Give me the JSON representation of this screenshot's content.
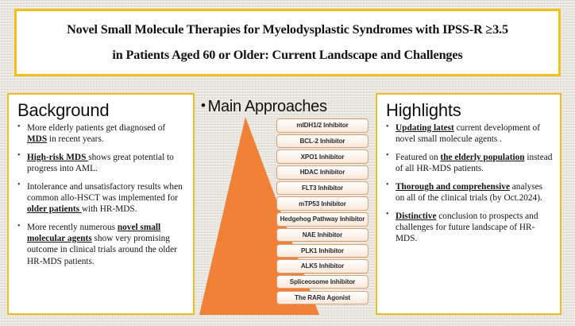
{
  "poster": {
    "title": {
      "line1": "Novel Small Molecule Therapies for Myelodysplastic Syndromes with IPSS-R ≥3.5",
      "line2": "in Patients Aged 60 or Older: Current Landscape and Challenges"
    },
    "colors": {
      "border_gold": "#f0bf1d",
      "pyramid_orange": "#f08137",
      "panel_background": "#ffffff",
      "canvas_linen": "#eeebe3",
      "drug_box_border": "#d8a276"
    }
  },
  "background_panel": {
    "heading": "Background",
    "bullets": [
      {
        "segments": [
          {
            "text": "More elderly patients get diagnosed of ",
            "emphasis": false
          },
          {
            "text": "MDS",
            "emphasis": true
          },
          {
            "text": " in recent years.",
            "emphasis": false
          }
        ]
      },
      {
        "segments": [
          {
            "text": "High-risk MDS ",
            "emphasis": true
          },
          {
            "text": "shows great potential to progress into AML.",
            "emphasis": false
          }
        ]
      },
      {
        "segments": [
          {
            "text": "Intolerance and unsatisfactory results when common allo-HSCT was implemented for ",
            "emphasis": false
          },
          {
            "text": "older patients ",
            "emphasis": true
          },
          {
            "text": "with HR-MDS.",
            "emphasis": false
          }
        ]
      },
      {
        "segments": [
          {
            "text": "More recently numerous ",
            "emphasis": false
          },
          {
            "text": "novel small molecular agents",
            "emphasis": true
          },
          {
            "text": " show very promising outcome in clinical trials around the older HR-MDS patients.",
            "emphasis": false
          }
        ]
      }
    ]
  },
  "approaches_panel": {
    "bullet_glyph": "•",
    "heading": "Main Approaches",
    "pyramid_label": "orange-pyramid",
    "drugs": [
      "mIDH1/2 Inhibitor",
      "BCL-2 Inhibitor",
      "XPO1 Inhibitor",
      "HDAC Inhibitor",
      "FLT3 Inhibitor",
      "mTP53 Inhibitor",
      "Hedgehog Pathway Inhibitor",
      "NAE Inhibitor",
      "PLK1 Inhibitor",
      "ALK5 Inhibitor",
      "Spliceosome Inhibitor",
      "The RARα Agonist"
    ]
  },
  "highlights_panel": {
    "heading": "Highlights",
    "bullets": [
      {
        "segments": [
          {
            "text": "Updating latest",
            "emphasis": true
          },
          {
            "text": " current development of novel small molecule agents .",
            "emphasis": false
          }
        ]
      },
      {
        "segments": [
          {
            "text": "Featured on ",
            "emphasis": false
          },
          {
            "text": "the elderly population",
            "emphasis": true
          },
          {
            "text": " instead of all HR-MDS patients.",
            "emphasis": false
          }
        ]
      },
      {
        "segments": [
          {
            "text": "Thorough and comprehensive",
            "emphasis": true
          },
          {
            "text": " analyses on all of the clinical trials (by Oct.2024).",
            "emphasis": false
          }
        ]
      },
      {
        "segments": [
          {
            "text": "Distinctive",
            "emphasis": true
          },
          {
            "text": " conclusion to prospects and challenges for future landscape of HR-MDS.",
            "emphasis": false
          }
        ]
      }
    ]
  }
}
